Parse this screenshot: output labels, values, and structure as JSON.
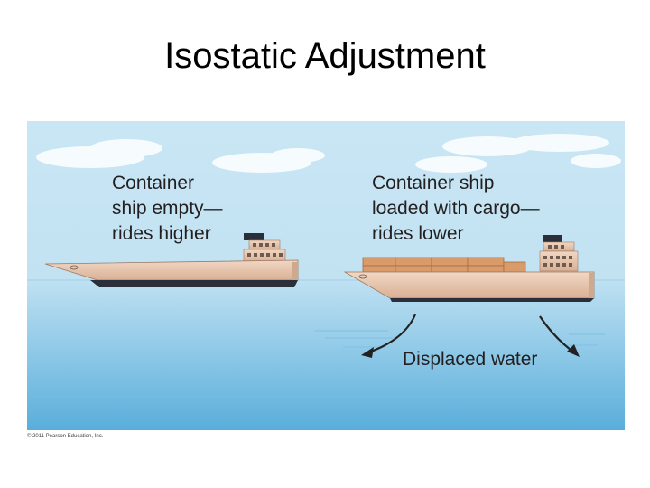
{
  "slide": {
    "title": "Isostatic Adjustment",
    "copyright": "© 2011 Pearson Education, Inc."
  },
  "diagram": {
    "empty_ship_label": [
      "Container",
      "ship empty—",
      "rides higher"
    ],
    "loaded_ship_label": [
      "Container ship",
      "loaded with cargo—",
      "rides lower"
    ],
    "displaced_water_label": "Displaced water"
  },
  "colors": {
    "sky": "#c4e3f2",
    "water_top": "#b7dcef",
    "water_bottom": "#5fb2dc",
    "hull": "#e8c8b2",
    "hull_shadow": "#2b2f3a",
    "cargo": "#d99b6a",
    "arrow": "#222222"
  }
}
